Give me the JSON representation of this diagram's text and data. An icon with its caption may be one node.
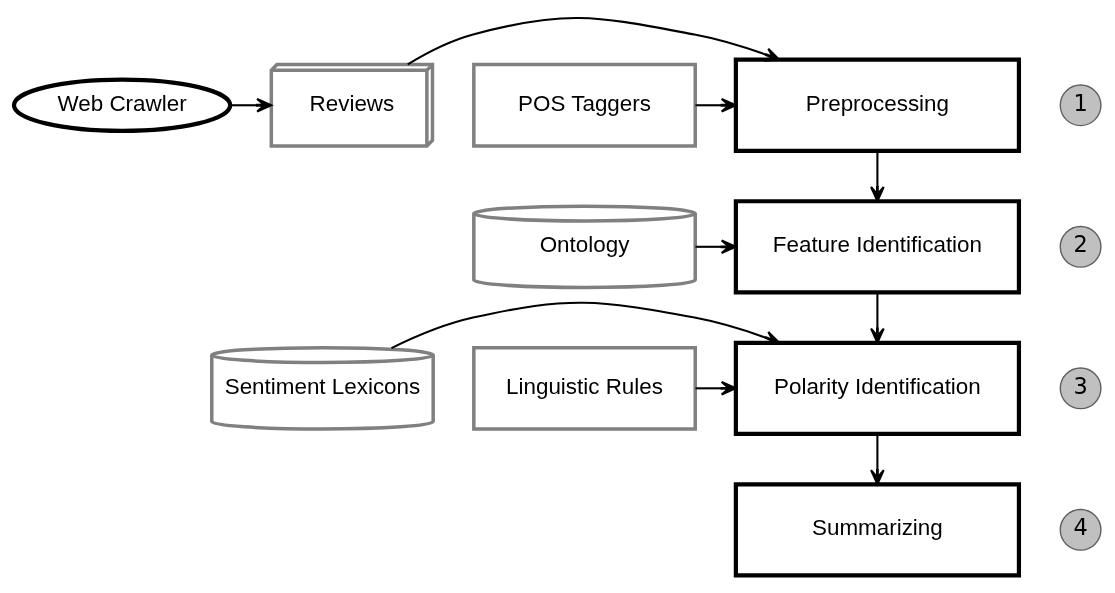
{
  "diagram": {
    "nodes": [
      {
        "text": [
          "Web Crawler"
        ]
      },
      {
        "text": [
          "Reviews"
        ]
      },
      {
        "text": [
          "Preprocessing"
        ]
      },
      {
        "text": [
          "1"
        ]
      },
      {
        "text": [
          "POS Taggers"
        ]
      },
      {
        "text": [
          "Feature Identification"
        ]
      },
      {
        "text": [
          "2"
        ]
      },
      {
        "text": [
          "Ontology"
        ]
      },
      {
        "text": [
          "Polarity Identification"
        ]
      },
      {
        "text": [
          "3"
        ]
      },
      {
        "text": [
          "Sentiment Lexicons"
        ]
      },
      {
        "text": [
          "Linguistic Rules"
        ]
      },
      {
        "text": [
          "Summarizing"
        ]
      },
      {
        "text": [
          "4"
        ]
      }
    ],
    "edges": [
      {
        "from": 0,
        "to": 1,
        "arrow": "to"
      },
      {
        "from": 1,
        "to": 2,
        "arrow": "to"
      },
      {
        "from": 4,
        "to": 2,
        "arrow": "to"
      },
      {
        "from": 2,
        "to": 5,
        "arrow": "to"
      },
      {
        "from": 7,
        "to": 5,
        "arrow": "to"
      },
      {
        "from": 5,
        "to": 8,
        "arrow": "to"
      },
      {
        "from": 10,
        "to": 8,
        "arrow": "to"
      },
      {
        "from": 11,
        "to": 8,
        "arrow": "to"
      },
      {
        "from": 8,
        "to": 12,
        "arrow": "to"
      }
    ]
  }
}
